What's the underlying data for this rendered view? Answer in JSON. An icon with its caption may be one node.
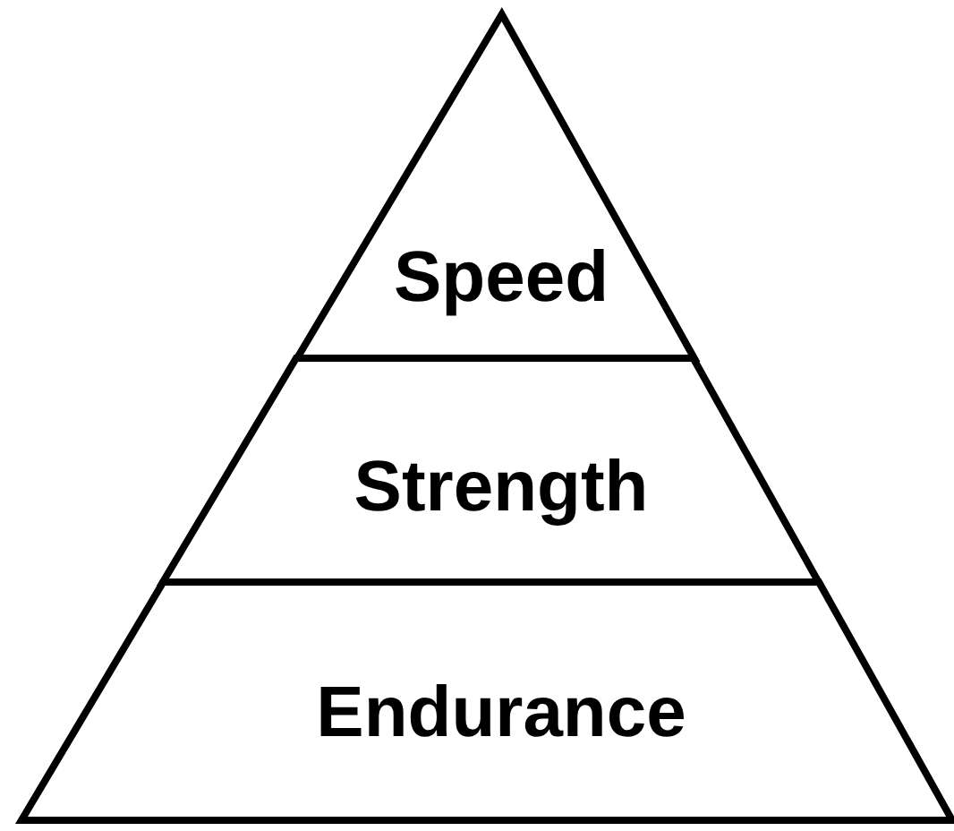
{
  "diagram": {
    "nodes": [
      {
        "text": [
          "Speed"
        ]
      },
      {
        "text": [
          "Strength"
        ]
      },
      {
        "text": [
          "Endurance"
        ]
      }
    ]
  }
}
